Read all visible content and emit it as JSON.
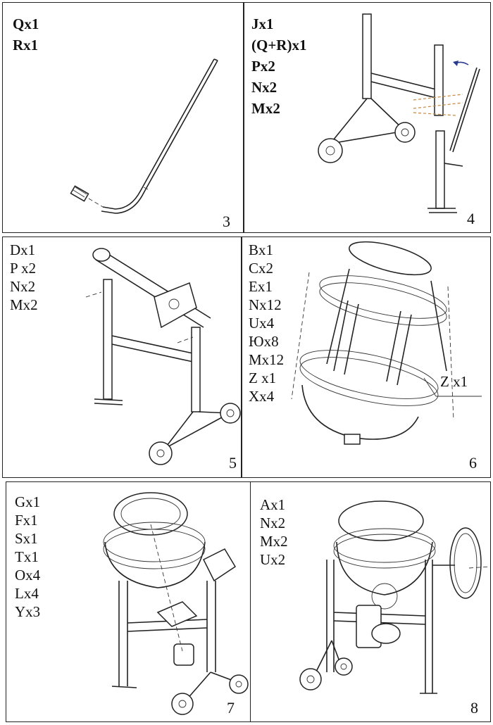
{
  "steps": [
    {
      "number": "3",
      "parts": [
        "Qx1",
        "Rx1"
      ]
    },
    {
      "number": "4",
      "parts": [
        "Jx1",
        "(Q+R)x1",
        "Px2",
        "Nx2",
        "Mx2"
      ]
    },
    {
      "number": "5",
      "parts": [
        "Dx1",
        "P x2",
        "Nx2",
        "Mx2"
      ]
    },
    {
      "number": "6",
      "parts": [
        "Bx1",
        "Cx2",
        "Ex1",
        "Nx12",
        "Ux4",
        "Юx8",
        "Mx12",
        "Z x1",
        "Xx4"
      ],
      "callout": "Z x1"
    },
    {
      "number": "7",
      "parts": [
        "Gx1",
        "Fx1",
        "Sx1",
        "Tx1",
        "Ox4",
        "Lx4",
        "Yx3"
      ]
    },
    {
      "number": "8",
      "parts": [
        "Ax1",
        "Nx2",
        "Mx2",
        "Ux2"
      ]
    }
  ]
}
